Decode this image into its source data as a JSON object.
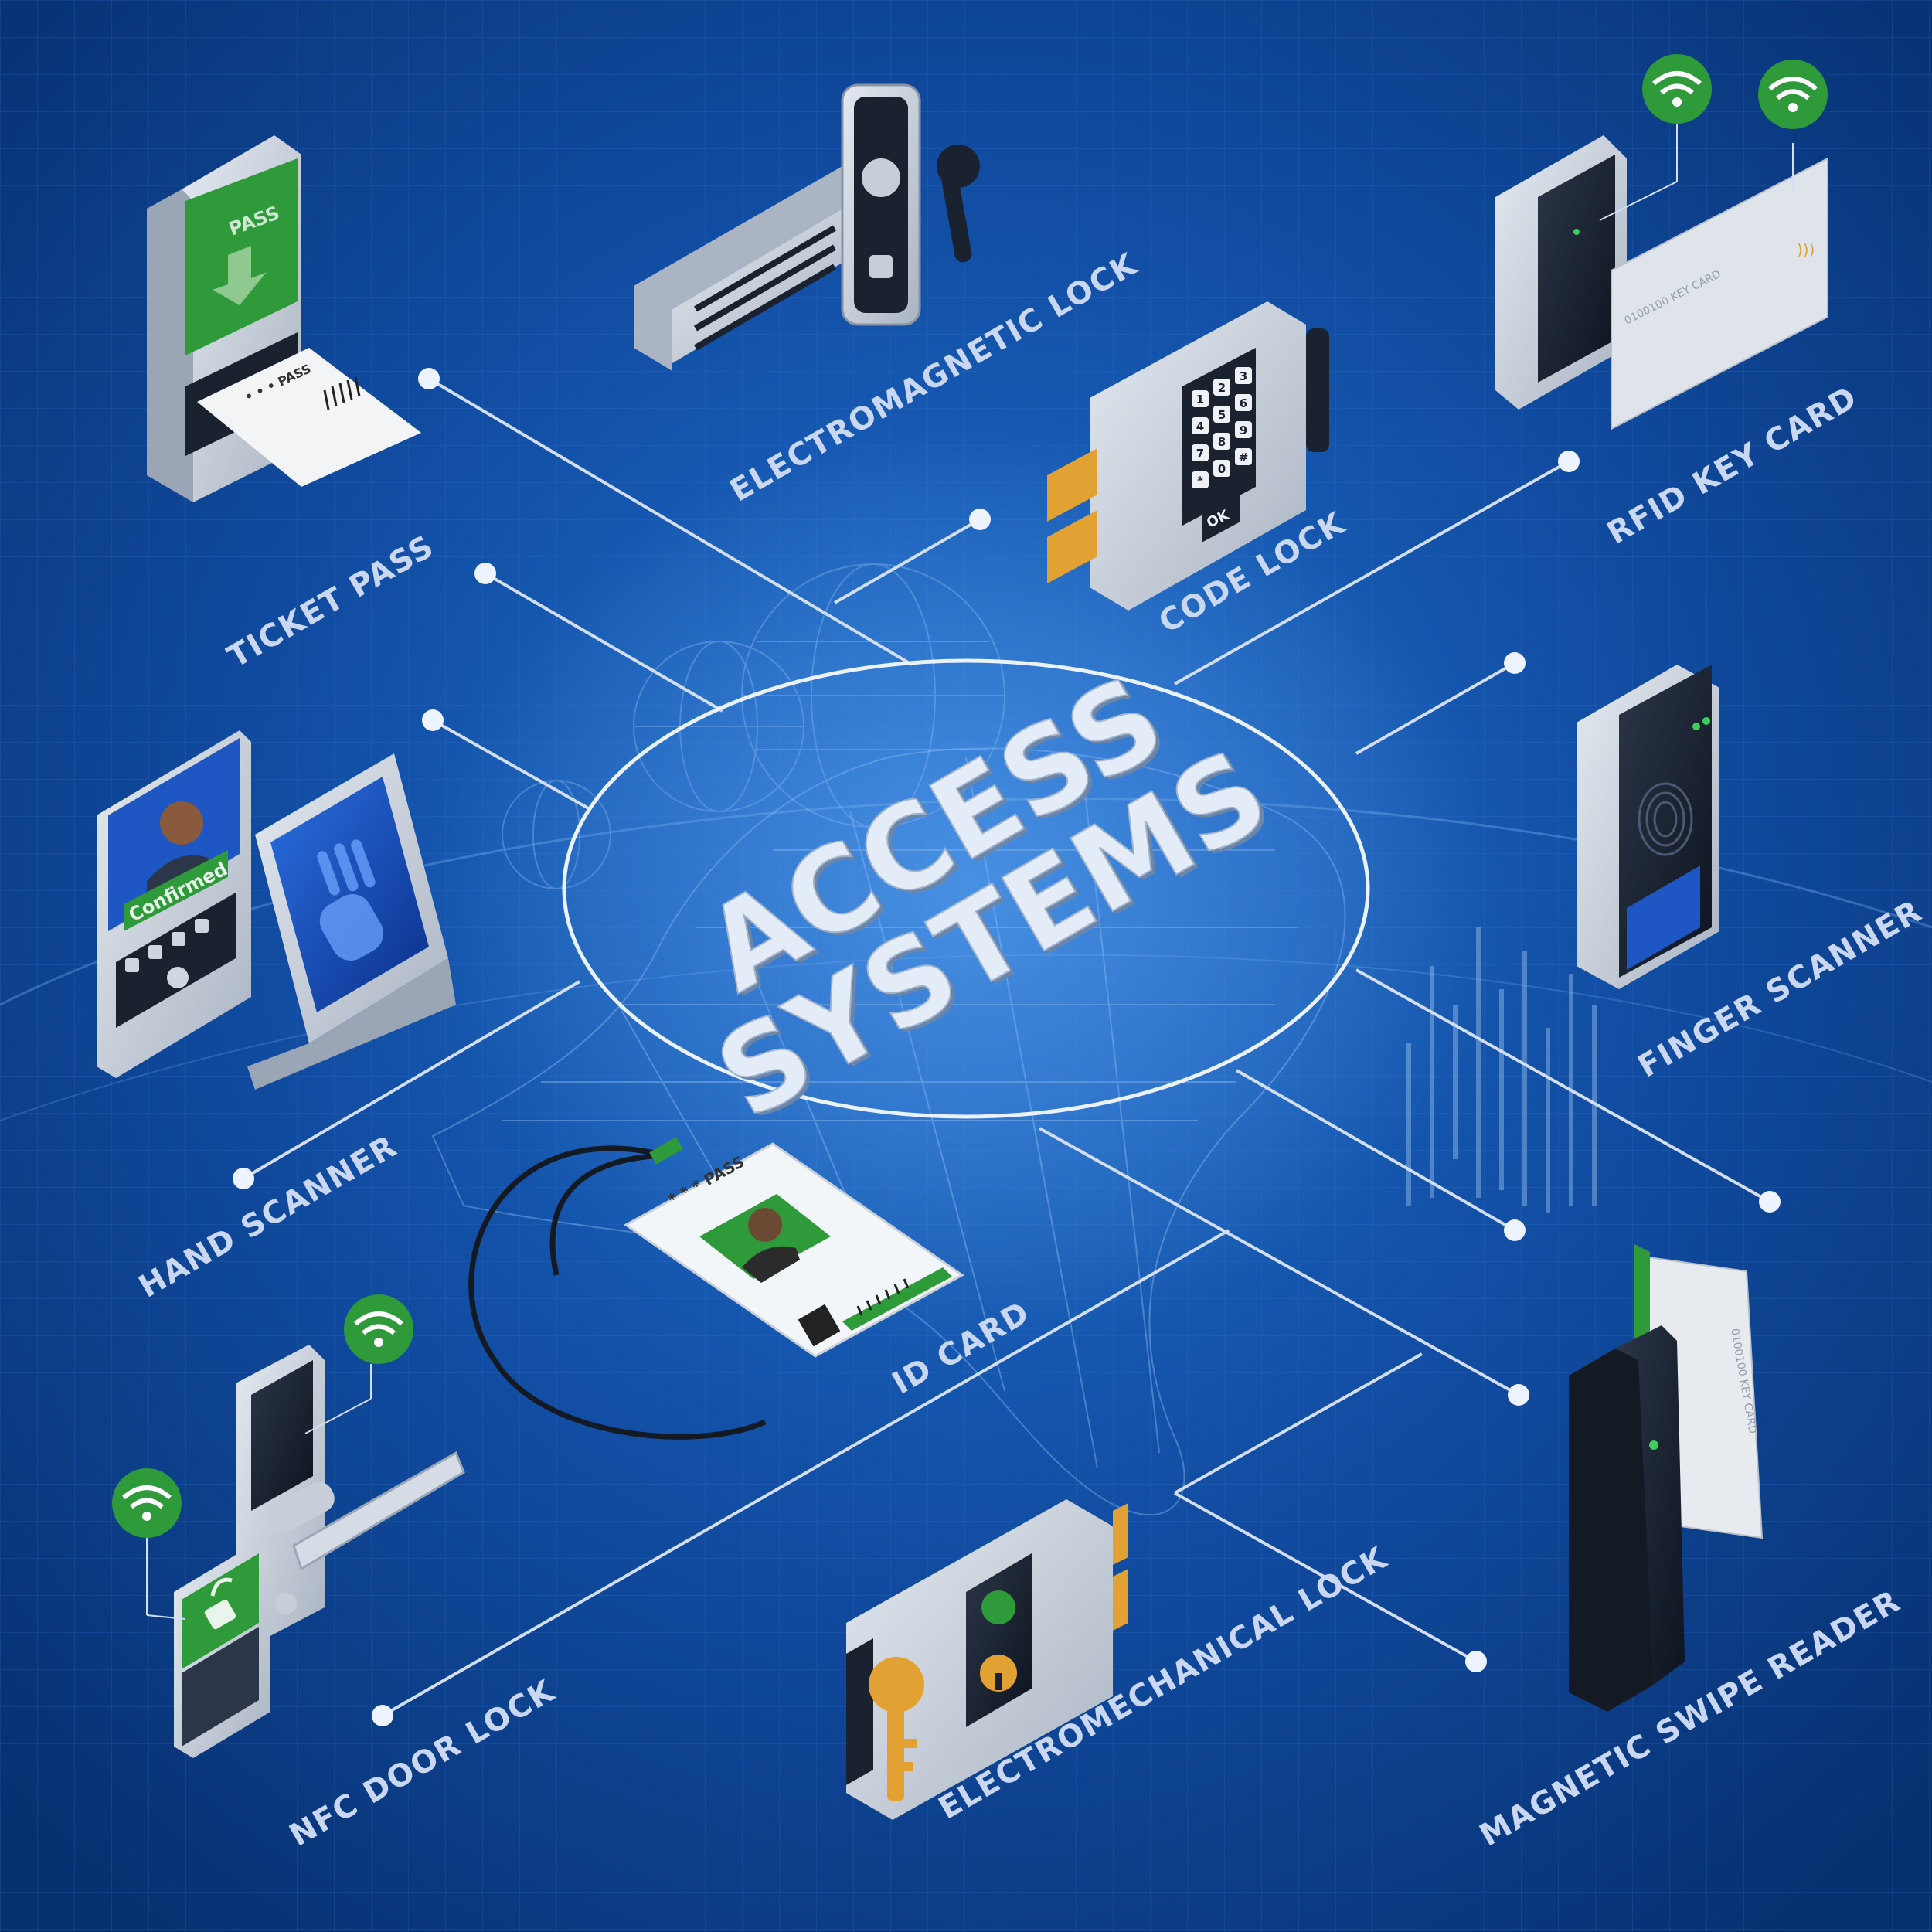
{
  "title_lines": [
    "ACCESS",
    "SYSTEMS"
  ],
  "labels": {
    "ticket_pass": "TICKET PASS",
    "electromagnetic_lock": "ELECTROMAGNETIC LOCK",
    "code_lock": "CODE LOCK",
    "rfid_key_card": "RFID KEY CARD",
    "finger_scanner": "FINGER SCANNER",
    "hand_scanner": "HAND SCANNER",
    "id_card": "ID CARD",
    "nfc_door_lock": "NFC DOOR LOCK",
    "electromechanical_lock": "ELECTROMECHANICAL LOCK",
    "magnetic_swipe_reader": "MAGNETIC SWIPE READER"
  },
  "device_text": {
    "pass_sign": "PASS",
    "ticket_text": "• • • PASS",
    "confirmed_badge": "Confirmed",
    "id_badge_header": "* * * PASS",
    "ok_key": "OK",
    "key_card_text": "0100100 KEY CARD",
    "keypad": [
      "1",
      "2",
      "3",
      "4",
      "5",
      "6",
      "7",
      "8",
      "9",
      "*",
      "0",
      "#"
    ]
  },
  "colors": {
    "background": "#0c3f8c",
    "accent_green": "#2f9a3a",
    "line_color": "#c9d7f2",
    "device_grey": "#cfd6e0",
    "device_dark": "#1a2230"
  },
  "icons": [
    "wifi-icon",
    "unlock-icon",
    "fingerprint-icon",
    "hand-icon",
    "key-icon",
    "person-icon"
  ]
}
